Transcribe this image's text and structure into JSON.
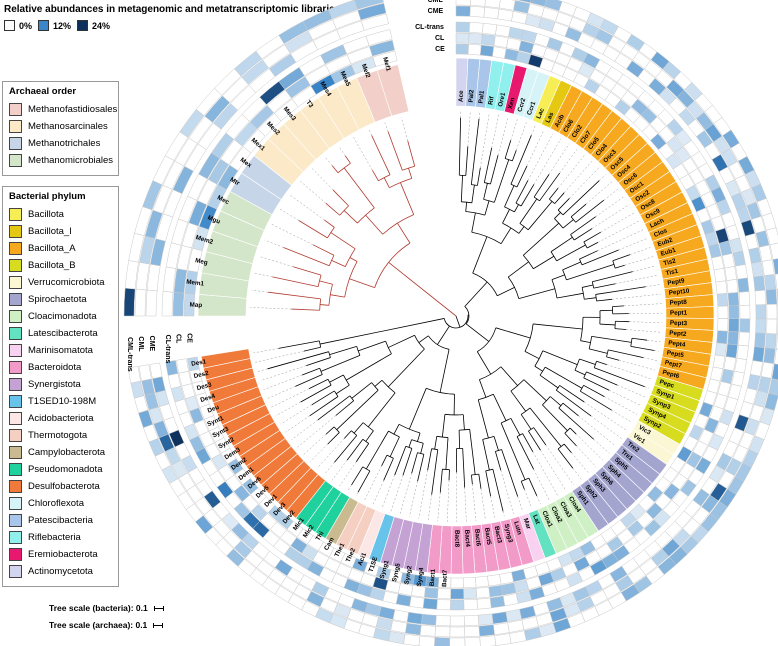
{
  "heatmap_legend": {
    "title": "Relative abundances in metagenomic and metatranscriptomic libraries",
    "levels": [
      {
        "label": "0%",
        "color": "#ffffff"
      },
      {
        "label": "12%",
        "color": "#3a86c8"
      },
      {
        "label": "24%",
        "color": "#0d2f5c"
      }
    ]
  },
  "archaeal_legend": {
    "title": "Archaeal order",
    "items": [
      {
        "label": "Methanofastidiosales",
        "color": "#f2cfc9"
      },
      {
        "label": "Methanosarcinales",
        "color": "#fbe9c7"
      },
      {
        "label": "Methanotrichales",
        "color": "#c6d6e8"
      },
      {
        "label": "Methanomicrobiales",
        "color": "#d4e6c9"
      }
    ]
  },
  "bacterial_legend": {
    "title": "Bacterial phylum",
    "items": [
      {
        "label": "Bacillota",
        "color": "#f7ee55"
      },
      {
        "label": "Bacillota_I",
        "color": "#e5c812"
      },
      {
        "label": "Bacillota_A",
        "color": "#f6a91f"
      },
      {
        "label": "Bacillota_B",
        "color": "#d8dc1e"
      },
      {
        "label": "Verrucomicrobiota",
        "color": "#fbf7d4"
      },
      {
        "label": "Spirochaetota",
        "color": "#a4a5cf"
      },
      {
        "label": "Cloacimonadota",
        "color": "#cfefc4"
      },
      {
        "label": "Latescibacterota",
        "color": "#63e2c2"
      },
      {
        "label": "Marinisomatota",
        "color": "#f8d2f0"
      },
      {
        "label": "Bacteroidota",
        "color": "#f29bc9"
      },
      {
        "label": "Synergistota",
        "color": "#c4a3d4"
      },
      {
        "label": "T1SED10-198M",
        "color": "#67c3ea"
      },
      {
        "label": "Acidobacteriota",
        "color": "#fbe8e6"
      },
      {
        "label": "Thermotogota",
        "color": "#f5cfc2"
      },
      {
        "label": "Campylobacterota",
        "color": "#c9bb8f"
      },
      {
        "label": "Pseudomonadota",
        "color": "#1fd19c"
      },
      {
        "label": "Desulfobacterota",
        "color": "#f07a3a"
      },
      {
        "label": "Chloroflexota",
        "color": "#d6f3f8"
      },
      {
        "label": "Patescibacteria",
        "color": "#a9c6ea"
      },
      {
        "label": "Riflebacteria",
        "color": "#8ff0ee"
      },
      {
        "label": "Eremiobacterota",
        "color": "#e8186f"
      },
      {
        "label": "Actinomycetota",
        "color": "#d3d5f0"
      }
    ]
  },
  "ring_labels_top": [
    "CML-trans",
    "CML",
    "CME"
  ],
  "ring_labels_inner_top": [
    "CL-trans",
    "CL",
    "CE"
  ],
  "ring_labels_left_outer": [
    "CML-trans",
    "CML",
    "CME"
  ],
  "ring_labels_left_inner": [
    "CL-trans",
    "CL",
    "CE"
  ],
  "tree_scale_bacteria": "Tree scale (bacteria): 0.1",
  "tree_scale_archaea": "Tree scale (archaea): 0.1",
  "leaves_group_a": [
    {
      "label": "Ace",
      "color": "#d3d5f0"
    },
    {
      "label": "Pal2",
      "color": "#a9c6ea"
    },
    {
      "label": "Pal1",
      "color": "#a9c6ea"
    },
    {
      "label": "Rif",
      "color": "#8ff0ee"
    },
    {
      "label": "Ore1",
      "color": "#8ff0ee"
    },
    {
      "label": "Xen",
      "color": "#e8186f"
    },
    {
      "label": "Ccr2",
      "color": "#d6f3f8"
    },
    {
      "label": "Ccr1",
      "color": "#d6f3f8"
    },
    {
      "label": "Lac",
      "color": "#f7ee55"
    },
    {
      "label": "Las",
      "color": "#e5c812"
    },
    {
      "label": "Acib",
      "color": "#f6a91f"
    },
    {
      "label": "Clo6",
      "color": "#f6a91f"
    },
    {
      "label": "Clo2",
      "color": "#f6a91f"
    },
    {
      "label": "Clo7",
      "color": "#f6a91f"
    },
    {
      "label": "Clo5",
      "color": "#f6a91f"
    },
    {
      "label": "Clo4",
      "color": "#f6a91f"
    },
    {
      "label": "Osc3",
      "color": "#f6a91f"
    },
    {
      "label": "Osc5",
      "color": "#f6a91f"
    },
    {
      "label": "Osc4",
      "color": "#f6a91f"
    },
    {
      "label": "Osc6",
      "color": "#f6a91f"
    },
    {
      "label": "Osc1",
      "color": "#f6a91f"
    },
    {
      "label": "Osc2",
      "color": "#f6a91f"
    },
    {
      "label": "Osc8",
      "color": "#f6a91f"
    },
    {
      "label": "Osc9",
      "color": "#f6a91f"
    },
    {
      "label": "Lach",
      "color": "#f6a91f"
    },
    {
      "label": "Clos",
      "color": "#f6a91f"
    },
    {
      "label": "Eub2",
      "color": "#f6a91f"
    },
    {
      "label": "Eub1",
      "color": "#f6a91f"
    },
    {
      "label": "Tis2",
      "color": "#f6a91f"
    },
    {
      "label": "Tis1",
      "color": "#f6a91f"
    },
    {
      "label": "Pept9",
      "color": "#f6a91f"
    },
    {
      "label": "Pept10",
      "color": "#f6a91f"
    },
    {
      "label": "Pept8",
      "color": "#f6a91f"
    },
    {
      "label": "Pept1",
      "color": "#f6a91f"
    },
    {
      "label": "Pept3",
      "color": "#f6a91f"
    },
    {
      "label": "Pept2",
      "color": "#f6a91f"
    },
    {
      "label": "Pept4",
      "color": "#f6a91f"
    },
    {
      "label": "Pept5",
      "color": "#f6a91f"
    },
    {
      "label": "Pept7",
      "color": "#f6a91f"
    },
    {
      "label": "Pept6",
      "color": "#f6a91f"
    },
    {
      "label": "Pepc",
      "color": "#d8dc1e"
    },
    {
      "label": "Synp1",
      "color": "#d8dc1e"
    },
    {
      "label": "Synp3",
      "color": "#d8dc1e"
    },
    {
      "label": "Synp4",
      "color": "#d8dc1e"
    },
    {
      "label": "Synp2",
      "color": "#d8dc1e"
    },
    {
      "label": "Vic3",
      "color": "#fbf7d4"
    },
    {
      "label": "Vic1",
      "color": "#fbf7d4"
    },
    {
      "label": "Tre2",
      "color": "#a4a5cf"
    },
    {
      "label": "Tre1",
      "color": "#a4a5cf"
    },
    {
      "label": "Sph5",
      "color": "#a4a5cf"
    },
    {
      "label": "Sph4",
      "color": "#a4a5cf"
    },
    {
      "label": "Sph6",
      "color": "#a4a5cf"
    },
    {
      "label": "Sph3",
      "color": "#a4a5cf"
    },
    {
      "label": "Sph2",
      "color": "#a4a5cf"
    },
    {
      "label": "Sph1",
      "color": "#a4a5cf"
    },
    {
      "label": "Cloa4",
      "color": "#cfefc4"
    },
    {
      "label": "Cloa3",
      "color": "#cfefc4"
    },
    {
      "label": "Cloa2",
      "color": "#cfefc4"
    },
    {
      "label": "Cloa1",
      "color": "#cfefc4"
    },
    {
      "label": "Lat",
      "color": "#63e2c2"
    },
    {
      "label": "Mar",
      "color": "#f8d2f0"
    },
    {
      "label": "Lutn",
      "color": "#f29bc9"
    },
    {
      "label": "Syng3",
      "color": "#f29bc9"
    },
    {
      "label": "Bact3",
      "color": "#f29bc9"
    },
    {
      "label": "Bact5",
      "color": "#f29bc9"
    },
    {
      "label": "Bact6",
      "color": "#f29bc9"
    },
    {
      "label": "Bact4",
      "color": "#f29bc9"
    },
    {
      "label": "Bact8",
      "color": "#f29bc9"
    },
    {
      "label": "Bact7",
      "color": "#f29bc9"
    },
    {
      "label": "Bact1",
      "color": "#f29bc9"
    },
    {
      "label": "Syng4",
      "color": "#c4a3d4"
    },
    {
      "label": "Syng2",
      "color": "#c4a3d4"
    },
    {
      "label": "Syng5",
      "color": "#c4a3d4"
    },
    {
      "label": "Syng1",
      "color": "#c4a3d4"
    },
    {
      "label": "T1SE",
      "color": "#67c3ea"
    },
    {
      "label": "Aci1",
      "color": "#fbe8e6"
    },
    {
      "label": "The2",
      "color": "#f5cfc2"
    },
    {
      "label": "The1",
      "color": "#f5cfc2"
    },
    {
      "label": "Cam",
      "color": "#c9bb8f"
    },
    {
      "label": "Thi",
      "color": "#1fd19c"
    },
    {
      "label": "Mic2",
      "color": "#1fd19c"
    },
    {
      "label": "Mic1",
      "color": "#1fd19c"
    },
    {
      "label": "Dev2",
      "color": "#f07a3a"
    },
    {
      "label": "Dev3",
      "color": "#f07a3a"
    },
    {
      "label": "Dev1",
      "color": "#f07a3a"
    },
    {
      "label": "Dev5",
      "color": "#f07a3a"
    },
    {
      "label": "Dev6",
      "color": "#f07a3a"
    },
    {
      "label": "Dem1",
      "color": "#f07a3a"
    },
    {
      "label": "Dem2",
      "color": "#f07a3a"
    },
    {
      "label": "Dem3",
      "color": "#f07a3a"
    },
    {
      "label": "Synt2",
      "color": "#f07a3a"
    },
    {
      "label": "Synt3",
      "color": "#f07a3a"
    },
    {
      "label": "Synt1",
      "color": "#f07a3a"
    },
    {
      "label": "Deu",
      "color": "#f07a3a"
    },
    {
      "label": "Des4",
      "color": "#f07a3a"
    },
    {
      "label": "Des3",
      "color": "#f07a3a"
    },
    {
      "label": "Des2",
      "color": "#f07a3a"
    },
    {
      "label": "Des1",
      "color": "#f07a3a"
    }
  ],
  "leaves_group_b": [
    {
      "label": "Map",
      "color": "#d4e6c9"
    },
    {
      "label": "Mem1",
      "color": "#d4e6c9"
    },
    {
      "label": "Meg",
      "color": "#d4e6c9"
    },
    {
      "label": "Mem2",
      "color": "#d4e6c9"
    },
    {
      "label": "Mgu",
      "color": "#d4e6c9"
    },
    {
      "label": "Mec",
      "color": "#d4e6c9"
    },
    {
      "label": "Mtr",
      "color": "#c6d6e8"
    },
    {
      "label": "Mex",
      "color": "#c6d6e8"
    },
    {
      "label": "Mex1",
      "color": "#fbe9c7"
    },
    {
      "label": "Mes2",
      "color": "#fbe9c7"
    },
    {
      "label": "Mes3",
      "color": "#fbe9c7"
    },
    {
      "label": "T3",
      "color": "#fbe9c7"
    },
    {
      "label": "Mes4",
      "color": "#fbe9c7"
    },
    {
      "label": "Mea5",
      "color": "#fbe9c7"
    },
    {
      "label": "Mef2",
      "color": "#f2cfc9"
    },
    {
      "label": "Mef1",
      "color": "#f2cfc9"
    }
  ]
}
